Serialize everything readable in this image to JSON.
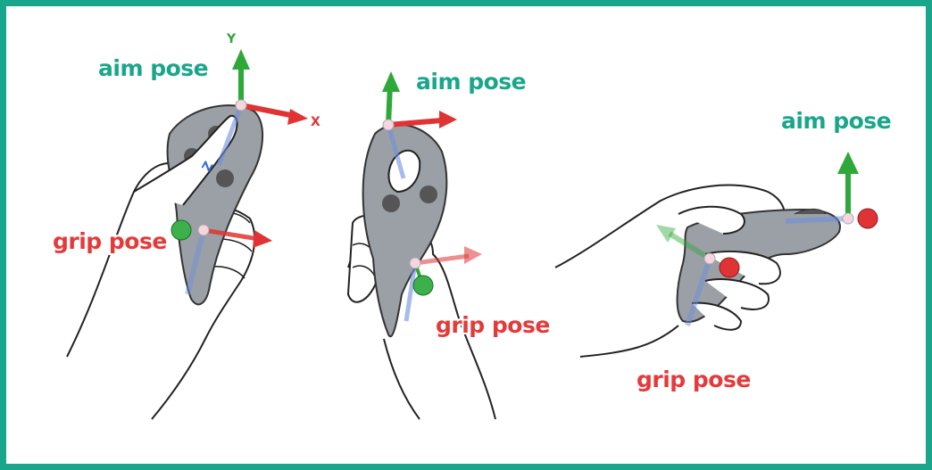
{
  "colors": {
    "border": "#1aa68a",
    "aim_label": "#1aa68a",
    "grip_label": "#e53a3a",
    "axis_y": "#2fa83a",
    "axis_x": "#e03434",
    "axis_z": "#3a6fd8",
    "controller_body": "#9aa0a6"
  },
  "panels": [
    {
      "aim_label": "aim pose",
      "grip_label": "grip pose",
      "axis_letters": {
        "y": "Y",
        "x": "X",
        "z": "Z"
      }
    },
    {
      "aim_label": "aim pose",
      "grip_label": "grip pose"
    },
    {
      "aim_label": "aim pose",
      "grip_label": "grip pose"
    }
  ]
}
